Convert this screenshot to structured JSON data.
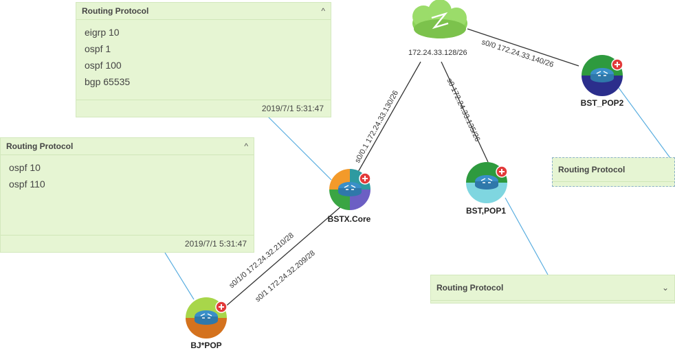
{
  "panels": [
    {
      "title": "Routing Protocol",
      "collapse_icon": "chevron-up-icon",
      "items": [
        "eigrp 10",
        "ospf 1",
        "ospf 100",
        "bgp 65535"
      ],
      "footer": "2019/7/1  5:31:47"
    },
    {
      "title": "Routing Protocol",
      "collapse_icon": "chevron-up-icon",
      "items": [
        "ospf 10",
        "ospf 110"
      ],
      "footer": "2019/7/1  5:31:47"
    },
    {
      "title": "Routing Protocol"
    },
    {
      "title": "Routing Protocol",
      "collapse_icon": "chevron-down-icon"
    }
  ],
  "nodes": {
    "core": {
      "label": "BSTX.Core"
    },
    "pop1": {
      "label": "BST,POP1"
    },
    "pop2": {
      "label": "BST_POP2"
    },
    "bj": {
      "label": "BJ*POP"
    },
    "cloud": {
      "label": "172.24.33.128/26"
    }
  },
  "links": {
    "cloud_core": "s0/0.1 172.24.33.130/26",
    "cloud_pop1": "s0 172.24.33.135/26",
    "cloud_pop2": "s0/0 172.24.33.140/26",
    "core_bj_1": "s0/1/0 172.24.32.210/28",
    "core_bj_2": "s0/1 172.24.32.209/28"
  },
  "colors": {
    "panel_bg": "#e6f5d3",
    "callout_line": "#5aaee0",
    "link_line": "#333333",
    "cloud": "#8cd35a",
    "router_blue": "#3a8fc8",
    "alert_red": "#e23a3a"
  }
}
